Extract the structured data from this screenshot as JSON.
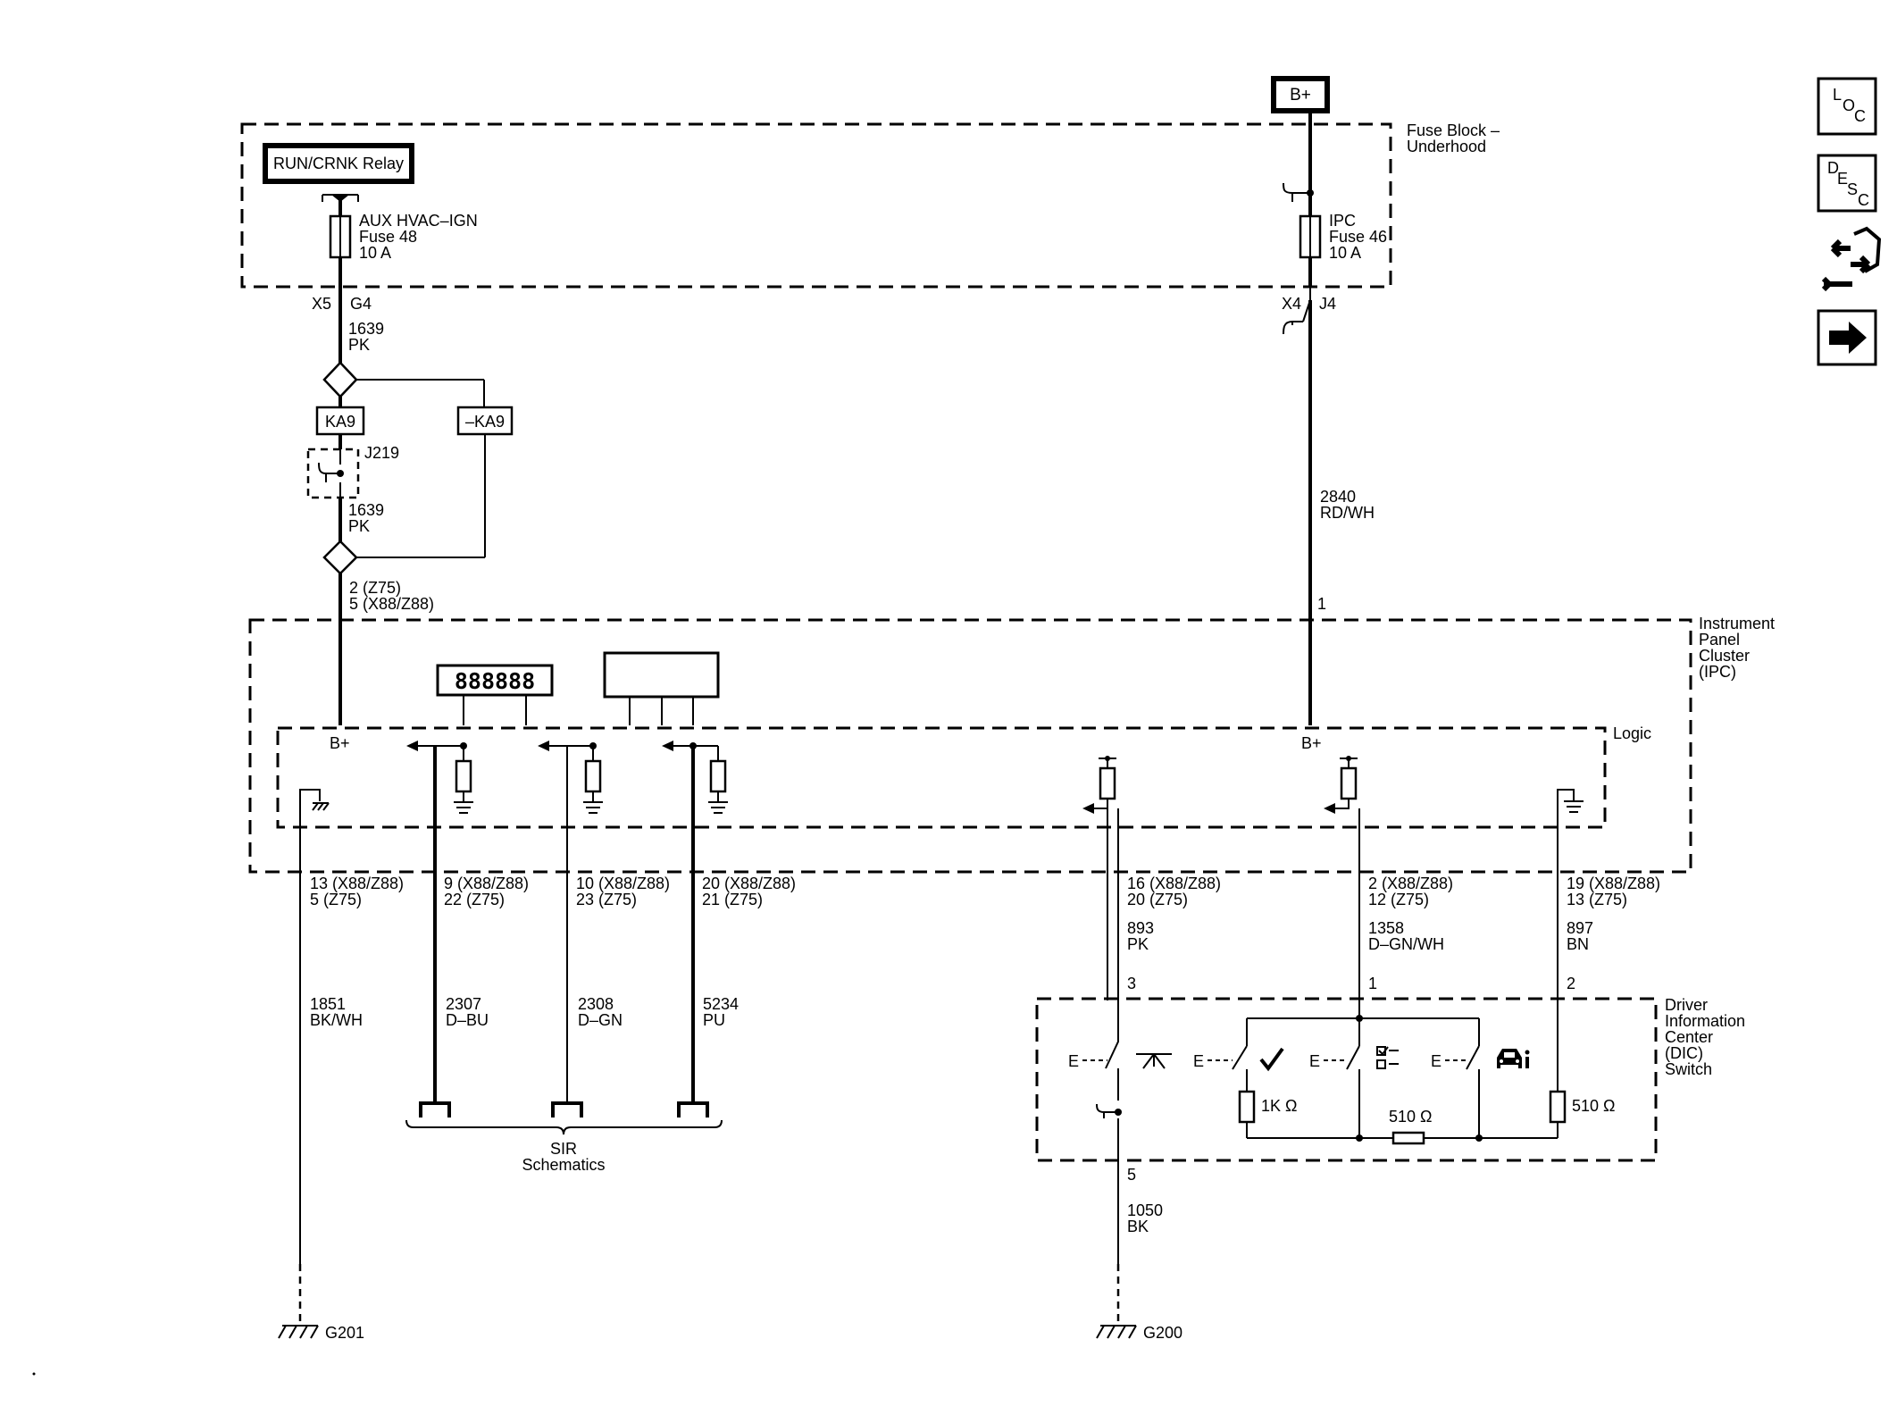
{
  "top_supply": {
    "bplus_box": "B+"
  },
  "fuse_block": {
    "title_1": "Fuse Block –",
    "title_2": "Underhood",
    "relay_label": "RUN/CRNK Relay",
    "fuse48": {
      "line1": "AUX HVAC–IGN",
      "line2": "Fuse 48",
      "line3": "10 A"
    },
    "fuse46": {
      "line1": "IPC",
      "line2": "Fuse 46",
      "line3": "10 A"
    },
    "conn_left": {
      "connector": "X5",
      "pin": "G4"
    },
    "conn_right": {
      "connector": "X4",
      "pin": "J4"
    }
  },
  "wires": {
    "w1639_top": {
      "circuit": "1639",
      "color": "PK"
    },
    "w1639_mid": {
      "circuit": "1639",
      "color": "PK"
    },
    "w2840": {
      "circuit": "2840",
      "color": "RD/WH"
    },
    "ipc_bplus_left_pins": {
      "line1": "2 (Z75)",
      "line2": "5 (X88/Z88)"
    },
    "ipc_bplus_right_pin": "1"
  },
  "options": {
    "ka9": "KA9",
    "not_ka9": "–KA9",
    "splice": "J219"
  },
  "ipc": {
    "title_1": "Instrument",
    "title_2": "Panel",
    "title_3": "Cluster",
    "title_4": "(IPC)",
    "logic_label": "Logic",
    "bplus_left": "B+",
    "bplus_right": "B+",
    "display_digits": "888888"
  },
  "pins_below_ipc": [
    {
      "line1": "13 (X88/Z88)",
      "line2": "5 (Z75)"
    },
    {
      "line1": "9 (X88/Z88)",
      "line2": "22 (Z75)"
    },
    {
      "line1": "10 (X88/Z88)",
      "line2": "23 (Z75)"
    },
    {
      "line1": "20 (X88/Z88)",
      "line2": "21 (Z75)"
    },
    {
      "line1": "16 (X88/Z88)",
      "line2": "20 (Z75)"
    },
    {
      "line1": "2 (X88/Z88)",
      "line2": "12 (Z75)"
    },
    {
      "line1": "19 (X88/Z88)",
      "line2": "13 (Z75)"
    }
  ],
  "lower_wires": [
    {
      "circuit": "1851",
      "color": "BK/WH"
    },
    {
      "circuit": "2307",
      "color": "D–BU"
    },
    {
      "circuit": "2308",
      "color": "D–GN"
    },
    {
      "circuit": "5234",
      "color": "PU"
    },
    {
      "circuit": "893",
      "color": "PK"
    },
    {
      "circuit": "1358",
      "color": "D–GN/WH"
    },
    {
      "circuit": "897",
      "color": "BN"
    },
    {
      "circuit": "1050",
      "color": "BK"
    }
  ],
  "sir": {
    "line1": "SIR",
    "line2": "Schematics"
  },
  "dic": {
    "title_1": "Driver",
    "title_2": "Information",
    "title_3": "Center",
    "title_4": "(DIC)",
    "title_5": "Switch",
    "pin_3": "3",
    "pin_1": "1",
    "pin_2": "2",
    "pin_5": "5",
    "res_1k": "1K Ω",
    "res_510_a": "510 Ω",
    "res_510_b": "510 Ω"
  },
  "grounds": {
    "g201": "G201",
    "g200": "G200"
  },
  "side_nav": {
    "loc": {
      "l1": "L",
      "l2": "O",
      "l3": "C"
    },
    "desc": {
      "l1": "D",
      "l2": "E",
      "l3": "S",
      "l4": "C"
    }
  }
}
